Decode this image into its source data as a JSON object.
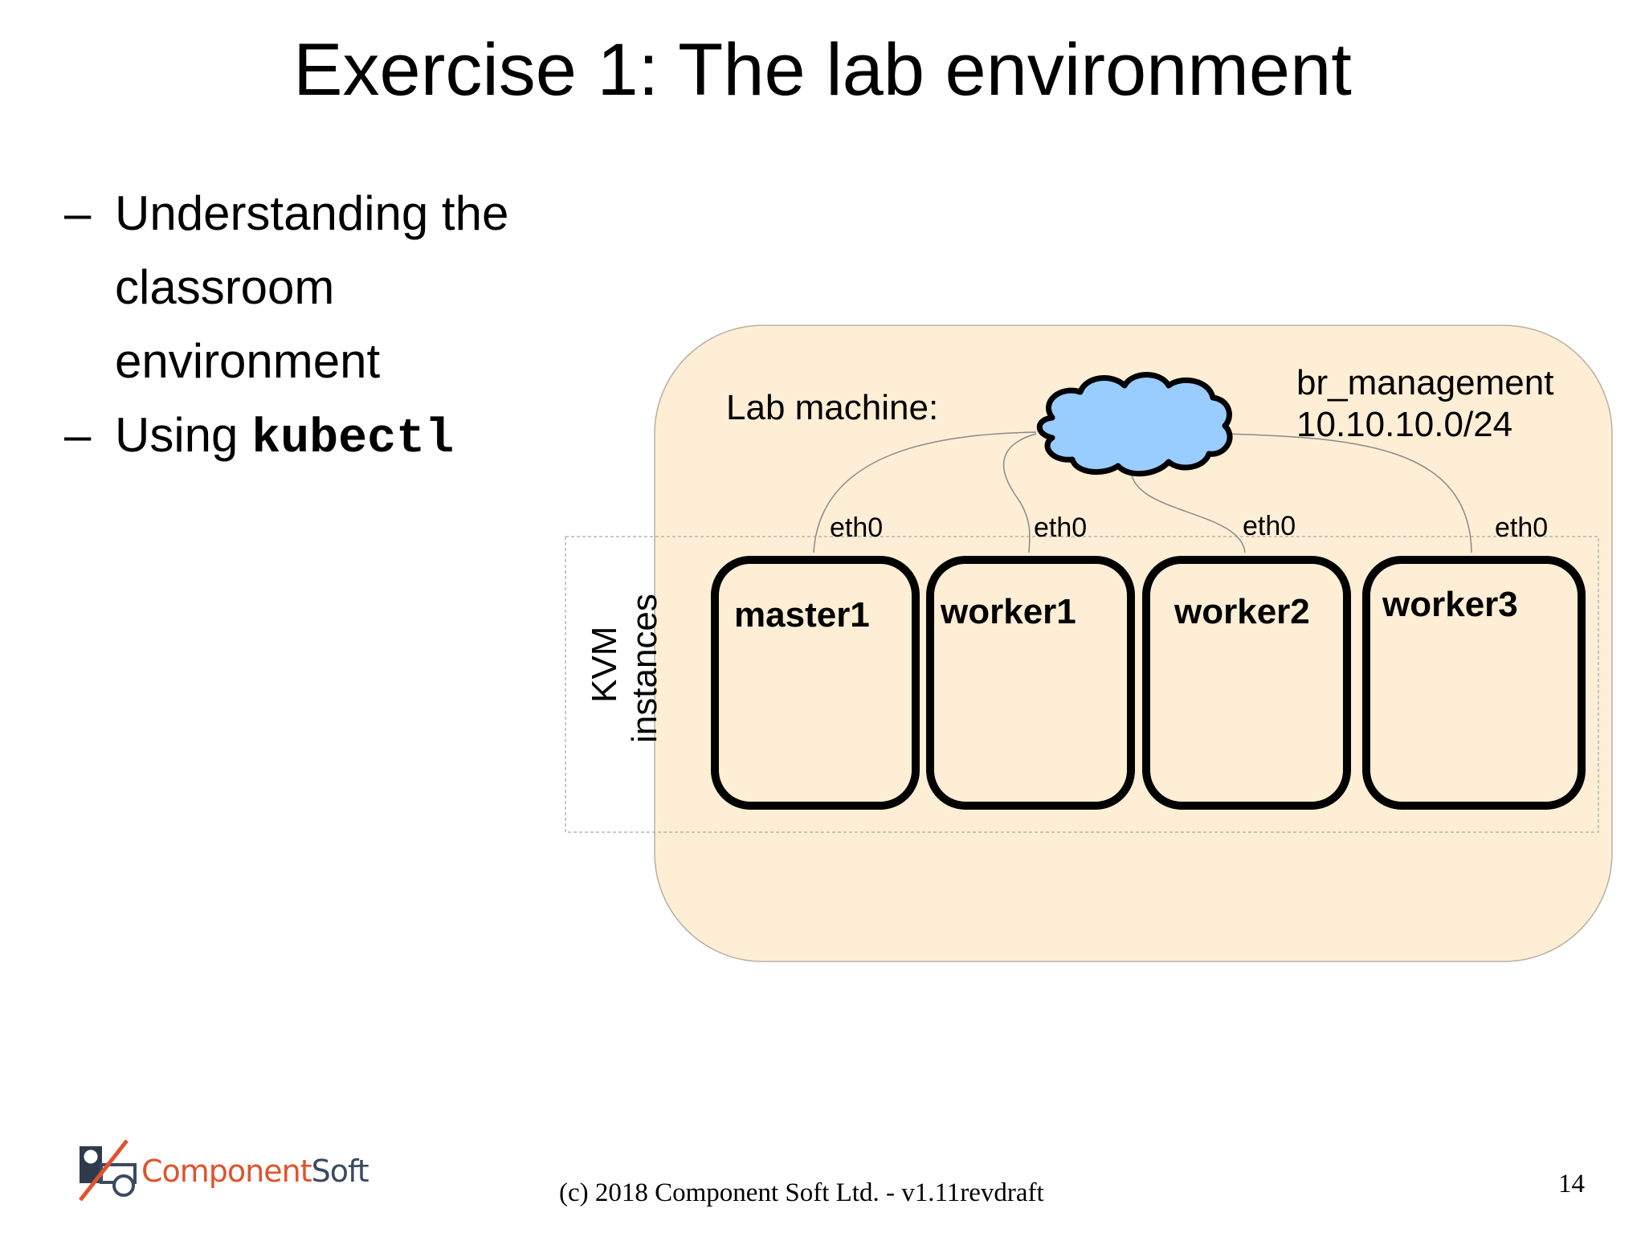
{
  "title": "Exercise 1: The lab environment",
  "bullets": [
    {
      "dash": "–",
      "text": "Understanding the classroom environment"
    },
    {
      "dash": "–",
      "text": "Using ",
      "code": "kubectl"
    }
  ],
  "diagram": {
    "lab_label": "Lab machine:",
    "bridge_name": "br_management",
    "bridge_subnet": "10.10.10.0/24",
    "kvm_label_line1": "KVM",
    "kvm_label_line2": "instances",
    "interface_labels": [
      "eth0",
      "eth0",
      "eth0",
      "eth0"
    ],
    "nodes": [
      "master1",
      "worker1",
      "worker2",
      "worker3"
    ],
    "colors": {
      "lab_fill": "#fdeed5",
      "cloud_fill": "#99ccff",
      "node_fill": "#fdeed5"
    }
  },
  "footer": {
    "logo_part1": "Component",
    "logo_part2": "Soft",
    "copyright": "(c) 2018 Component Soft Ltd. - v1.11revdraft",
    "page_number": "14"
  }
}
